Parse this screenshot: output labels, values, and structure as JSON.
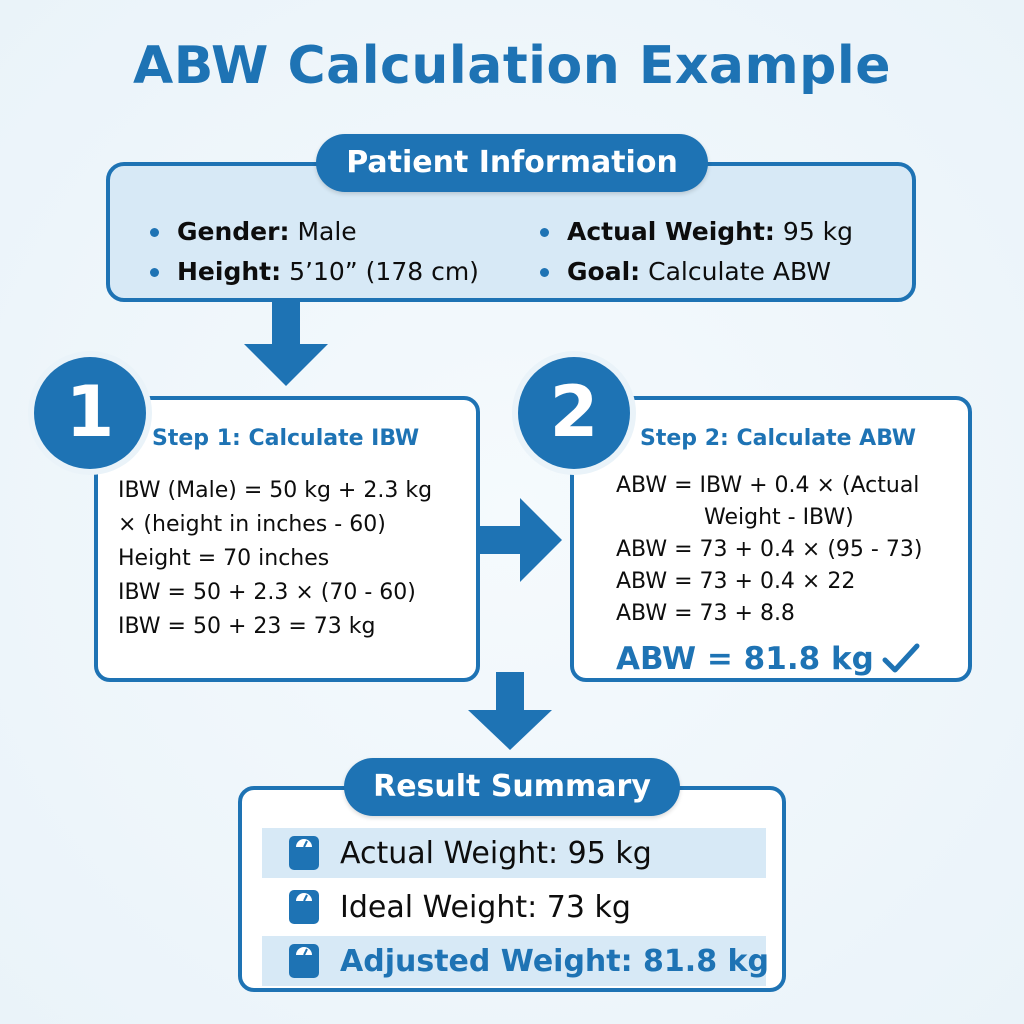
{
  "title": "ABW Calculation Example",
  "patient_info": {
    "heading": "Patient Information",
    "items": [
      {
        "label": "Gender:",
        "value": "Male"
      },
      {
        "label": "Height:",
        "value": "5’10” (178 cm)"
      },
      {
        "label": "Actual Weight:",
        "value": "95 kg"
      },
      {
        "label": "Goal:",
        "value": "Calculate ABW"
      }
    ]
  },
  "step1": {
    "number": "1",
    "title": "Step 1: Calculate IBW",
    "lines": [
      "IBW (Male) = 50 kg + 2.3 kg",
      "× (height in inches - 60)",
      "Height = 70 inches",
      "IBW = 50 + 2.3 × (70 - 60)",
      "IBW = 50 + 23 = 73 kg"
    ]
  },
  "step2": {
    "number": "2",
    "title": "Step 2: Calculate ABW",
    "lines": [
      "ABW = IBW + 0.4 × (Actual",
      "Weight - IBW)",
      "ABW = 73 + 0.4 × (95 - 73)",
      "ABW = 73 + 0.4 × 22",
      "ABW = 73 + 8.8"
    ],
    "result": "ABW = 81.8 kg"
  },
  "result_summary": {
    "heading": "Result Summary",
    "rows": [
      {
        "text": "Actual Weight: 95 kg",
        "icon": "scale-icon"
      },
      {
        "text": "Ideal Weight: 73 kg",
        "icon": "scale-icon"
      },
      {
        "text": "Adjusted Weight: 81.8 kg",
        "icon": "scale-icon"
      }
    ]
  },
  "colors": {
    "accent": "#1e73b4",
    "panel_fill": "#d7e9f6",
    "background": "#eef6fb"
  }
}
